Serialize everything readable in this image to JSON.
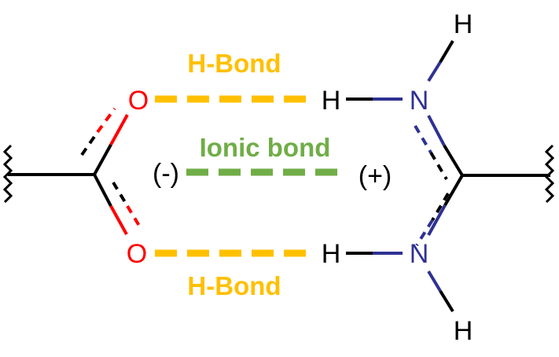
{
  "labels": {
    "hbond_top": "H-Bond",
    "hbond_bottom": "H-Bond",
    "ionic": "Ionic bond"
  },
  "atoms": {
    "o_top": "O",
    "o_bottom": "O",
    "h_bond_top": "H",
    "h_bond_bottom": "H",
    "n_top": "N",
    "n_bottom": "N",
    "h_top": "H",
    "h_bottom": "H"
  },
  "charges": {
    "negative": "(-)",
    "positive": "(+)"
  },
  "colors": {
    "hbond": "#FFC000",
    "ionic": "#70AD47",
    "oxygen": "#FF0000",
    "nitrogen": "#2E3192",
    "bond": "#000000"
  }
}
